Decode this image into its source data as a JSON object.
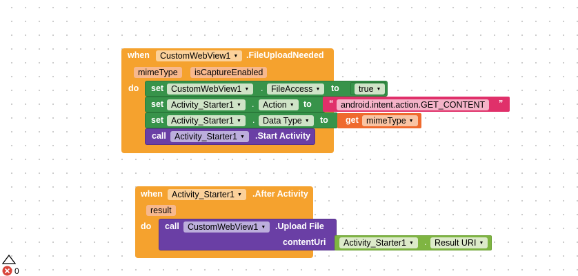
{
  "block1": {
    "when": "when",
    "component": "CustomWebView1",
    "event": ".FileUploadNeeded",
    "param1": "mimeType",
    "param2": "isCaptureEnabled",
    "do": "do",
    "set1": {
      "kw": "set",
      "component": "CustomWebView1",
      "dot": ".",
      "prop": "FileAccess",
      "to": "to",
      "value": "true"
    },
    "set2": {
      "kw": "set",
      "component": "Activity_Starter1",
      "dot": ".",
      "prop": "Action",
      "to": "to",
      "q_open": "“",
      "value": "android.intent.action.GET_CONTENT",
      "q_close": "”"
    },
    "set3": {
      "kw": "set",
      "component": "Activity_Starter1",
      "dot": ".",
      "prop": "Data Type",
      "to": "to",
      "get": "get",
      "value": "mimeType"
    },
    "call1": {
      "kw": "call",
      "component": "Activity_Starter1",
      "method": ".Start Activity"
    }
  },
  "block2": {
    "when": "when",
    "component": "Activity_Starter1",
    "event": ".After Activity",
    "param1": "result",
    "do": "do",
    "call1": {
      "kw": "call",
      "component": "CustomWebView1",
      "method": ".Upload File",
      "arg_label": "contentUri"
    },
    "arg": {
      "component": "Activity_Starter1",
      "dot": ".",
      "prop": "Result URI"
    }
  },
  "status": {
    "error_count": "0"
  },
  "colors": {
    "event": "#f5a22e",
    "set": "#37934a",
    "call": "#6a3fa5",
    "text": "#e0306a",
    "variable_get": "#ef6a2e",
    "component_getter": "#7fb542"
  }
}
